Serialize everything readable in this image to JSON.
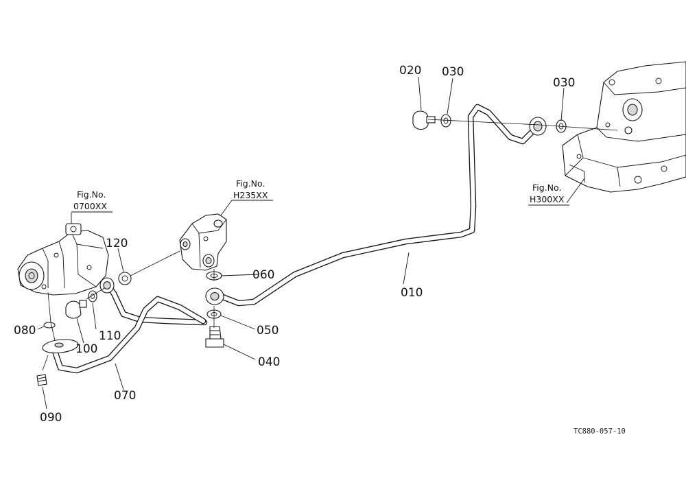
{
  "diagram": {
    "parts": {
      "p010": "010",
      "p020": "020",
      "p030a": "030",
      "p030b": "030",
      "p040": "040",
      "p050": "050",
      "p060": "060",
      "p070": "070",
      "p080": "080",
      "p090": "090",
      "p100": "100",
      "p110": "110",
      "p120": "120"
    },
    "refs": {
      "pump": {
        "line1": "Fig.No.",
        "line2": "0700XX"
      },
      "valve": {
        "line1": "Fig.No.",
        "line2": "H235XX"
      },
      "housing": {
        "line1": "Fig.No.",
        "line2": "H300XX"
      }
    },
    "drawing_id": "TC880-057-10"
  }
}
